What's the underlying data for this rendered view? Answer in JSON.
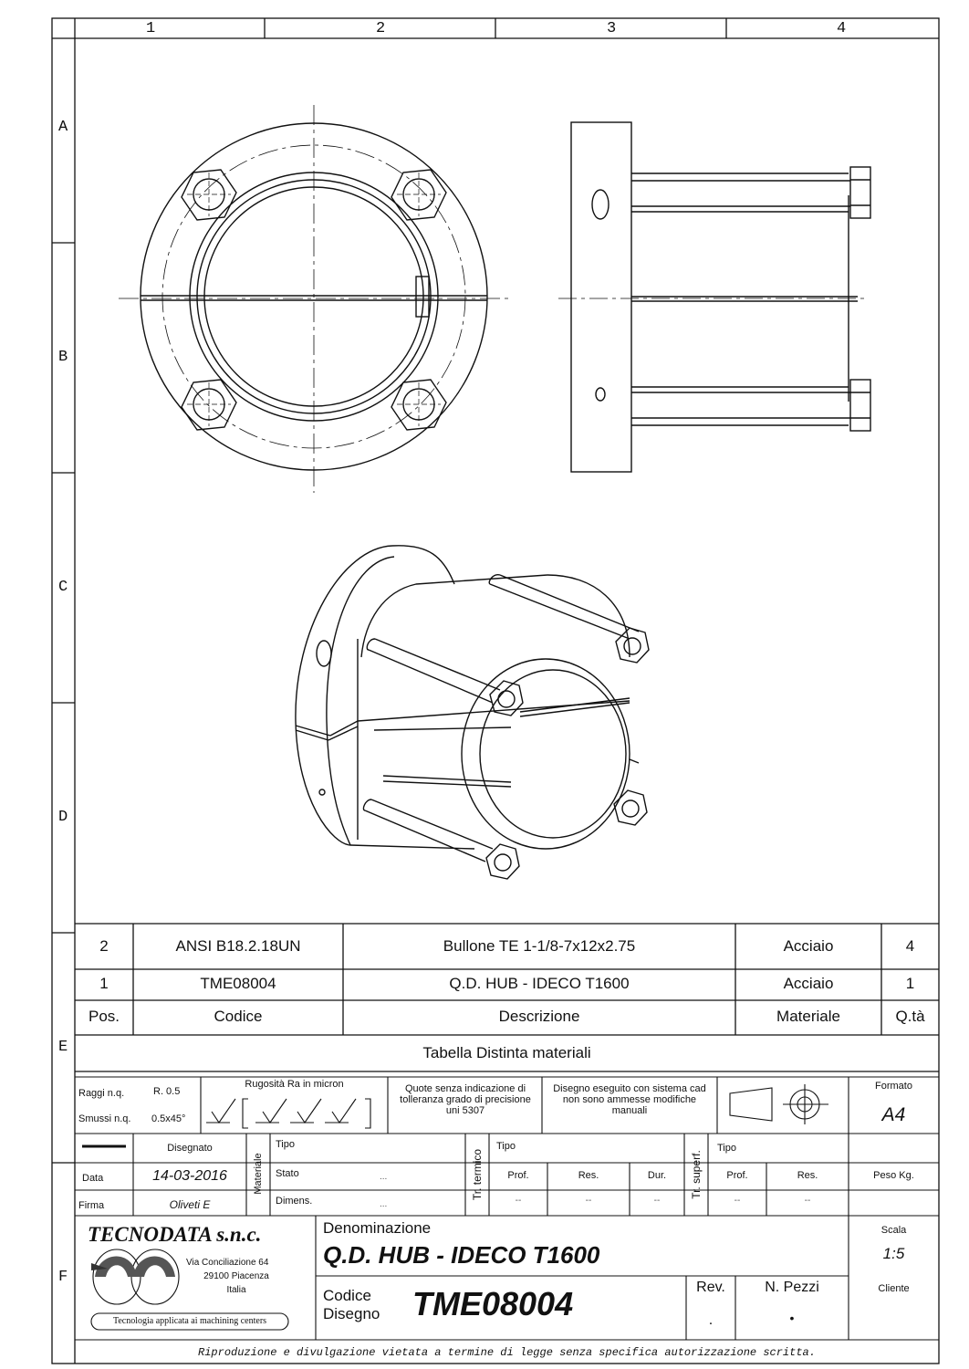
{
  "frame": {
    "columns": [
      "1",
      "2",
      "3",
      "4"
    ],
    "rows": [
      "A",
      "B",
      "C",
      "D",
      "E",
      "F"
    ]
  },
  "bom": {
    "rows": [
      {
        "pos": "2",
        "code": "ANSI B18.2.18UN",
        "description": "Bullone TE 1-1/8-7x12x2.75",
        "material": "Acciaio",
        "qty": "4"
      },
      {
        "pos": "1",
        "code": "TME08004",
        "description": "Q.D. HUB - IDECO T1600",
        "material": "Acciaio",
        "qty": "1"
      }
    ],
    "headers": {
      "pos": "Pos.",
      "code": "Codice",
      "description": "Descrizione",
      "material": "Materiale",
      "qty": "Q.tà"
    },
    "title": "Tabella Distinta materiali"
  },
  "titleblock": {
    "raggi_label": "Raggi n.q.",
    "raggi_value": "R. 0.5",
    "smussi_label": "Smussi n.q.",
    "smussi_value": "0.5x45°",
    "rugosita": "Rugosità Ra in micron",
    "quote_note": "Quote senza indicazione di tolleranza grado di precisione uni 5307",
    "cad_note": "Disegno eseguito con sistema cad non sono ammesse modifiche manuali",
    "formato_label": "Formato",
    "formato_value": "A4",
    "disegnato": "Disegnato",
    "data_label": "Data",
    "data_value": "14-03-2016",
    "firma_label": "Firma",
    "firma_value": "Oliveti E",
    "materiale_vert": "Materiale",
    "tipo": "Tipo",
    "stato": "Stato",
    "dimens": "Dimens.",
    "dots": "...",
    "trtermico_vert": "Tr. termico",
    "prof": "Prof.",
    "res": "Res.",
    "dur": "Dur.",
    "dash": "--",
    "trsuperf_vert": "Tr. superf.",
    "peso": "Peso Kg.",
    "company": "TECNODATA s.n.c.",
    "address1": "Via Conciliazione 64",
    "address2": "29100 Piacenza",
    "address3": "Italia",
    "slogan": "Tecnologia applicata ai machining centers",
    "denominazione_label": "Denominazione",
    "denominazione_value": "Q.D. HUB - IDECO T1600",
    "codice_label1": "Codice",
    "codice_label2": "Disegno",
    "codice_value": "TME08004",
    "rev_label": "Rev.",
    "rev_value": ".",
    "npezzi_label": "N. Pezzi",
    "npezzi_value": "•",
    "scala_label": "Scala",
    "scala_value": "1:5",
    "cliente_label": "Cliente",
    "footer": "Riproduzione e divulgazione vietata a termine di legge senza specifica autorizzazione scritta."
  }
}
